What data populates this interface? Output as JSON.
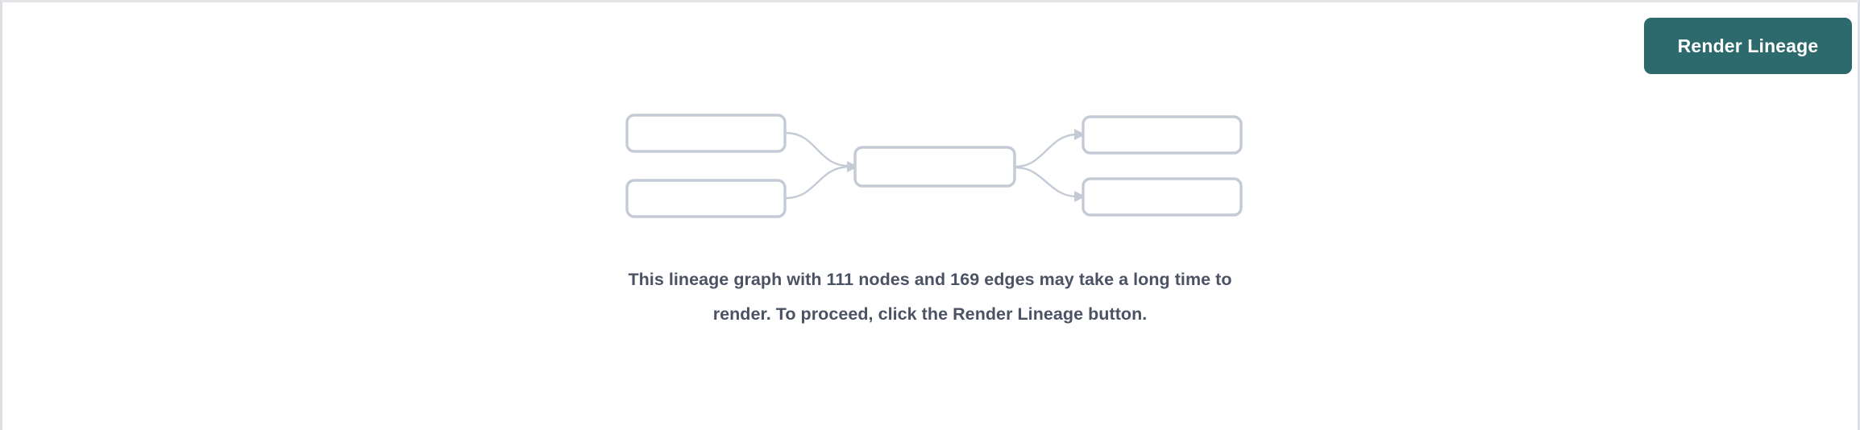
{
  "panel": {
    "background_color": "#ffffff",
    "border_color": "#dcdfe3"
  },
  "toolbar": {
    "render_lineage_label": "Render Lineage",
    "accent_color": "#2d6a6e"
  },
  "graph_placeholder": {
    "node_stroke_color": "#c5cbd6",
    "node_count_shown": 5,
    "edge_count_shown": 4,
    "nodes": [
      {
        "id": "upstream-1",
        "column": "left",
        "label": ""
      },
      {
        "id": "upstream-2",
        "column": "left",
        "label": ""
      },
      {
        "id": "focus",
        "column": "center",
        "label": ""
      },
      {
        "id": "downstream-1",
        "column": "right",
        "label": ""
      },
      {
        "id": "downstream-2",
        "column": "right",
        "label": ""
      }
    ],
    "edges": [
      {
        "from": "upstream-1",
        "to": "focus"
      },
      {
        "from": "upstream-2",
        "to": "focus"
      },
      {
        "from": "focus",
        "to": "downstream-1"
      },
      {
        "from": "focus",
        "to": "downstream-2"
      }
    ]
  },
  "message": {
    "text": "This lineage graph with 111 nodes and 169 edges may take a long time to render. To proceed, click the Render Lineage button.",
    "node_count": "111",
    "edge_count": "169",
    "text_color": "#4a5264"
  }
}
